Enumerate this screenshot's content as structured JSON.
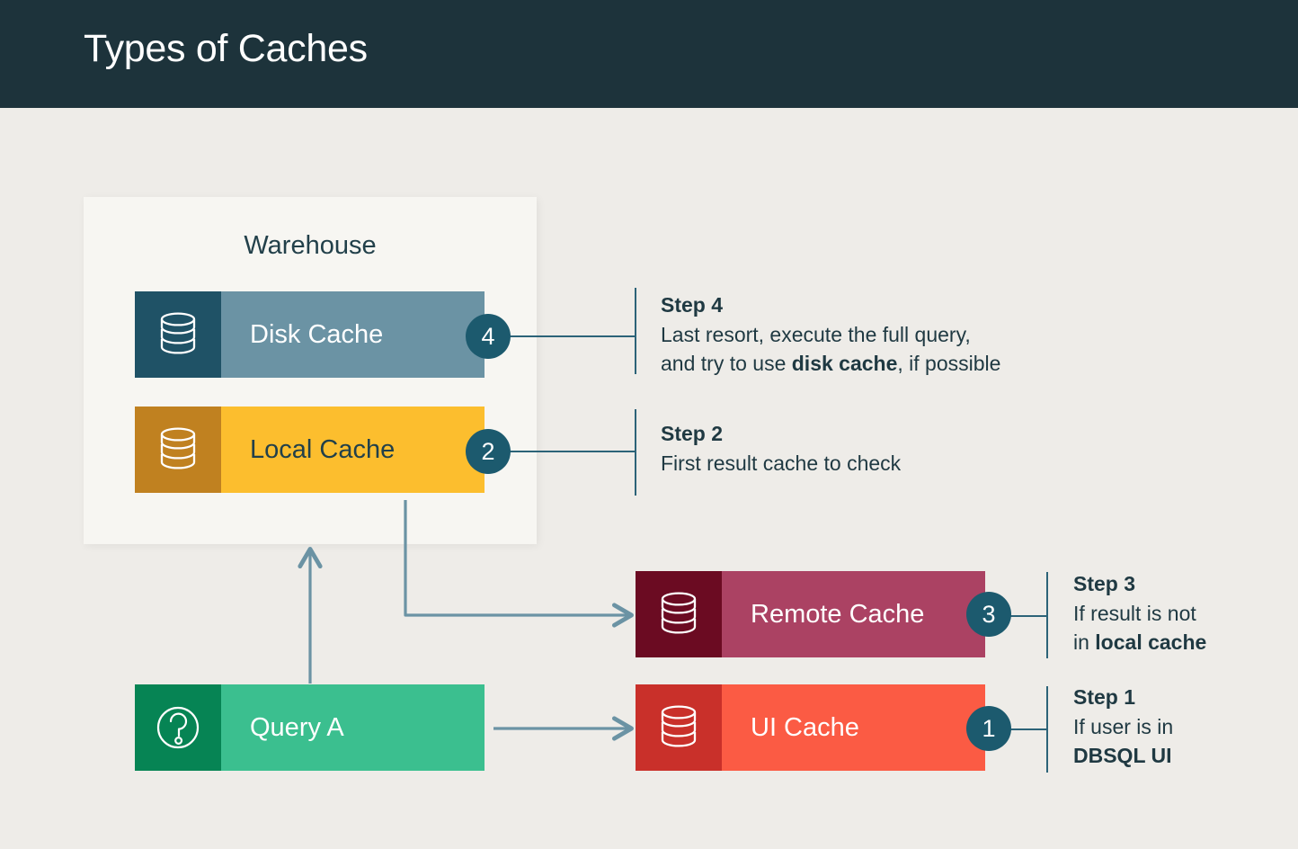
{
  "header": {
    "title": "Types of Caches",
    "bg_color": "#1d333b",
    "text_color": "#ffffff"
  },
  "page": {
    "background_color": "#eeece8",
    "text_color": "#1f3942",
    "accent_color": "#1c5a6e",
    "connector_color": "#6b93a4"
  },
  "warehouse": {
    "label": "Warehouse",
    "panel_color": "#f7f6f2"
  },
  "nodes": {
    "disk_cache": {
      "label": "Disk Cache",
      "icon": "database-icon",
      "badge": "4",
      "icon_bg": "#1f5266",
      "body_bg": "#6b93a4",
      "text_color": "#ffffff"
    },
    "local_cache": {
      "label": "Local Cache",
      "icon": "database-icon",
      "badge": "2",
      "icon_bg": "#c08120",
      "body_bg": "#fcbe2e",
      "text_color": "#22404a"
    },
    "remote_cache": {
      "label": "Remote Cache",
      "icon": "database-icon",
      "badge": "3",
      "icon_bg": "#6b0b22",
      "body_bg": "#ab4263",
      "text_color": "#ffffff"
    },
    "ui_cache": {
      "label": "UI Cache",
      "icon": "database-icon",
      "badge": "1",
      "icon_bg": "#c9302a",
      "body_bg": "#fb5b44",
      "text_color": "#ffffff"
    },
    "query": {
      "label": "Query A",
      "icon": "question-circle-icon",
      "badge": "",
      "icon_bg": "#068454",
      "body_bg": "#3bbf8f",
      "text_color": "#ffffff"
    }
  },
  "steps": [
    {
      "id": "step-1",
      "title": "Step 1",
      "desc_plain": "If user is in DBSQL UI",
      "desc_pre": "If user is in\n",
      "desc_bold": "DBSQL UI",
      "desc_post": "",
      "target": "ui_cache"
    },
    {
      "id": "step-2",
      "title": "Step 2",
      "desc_plain": "First result cache to check",
      "desc_pre": "First result cache to check",
      "desc_bold": "",
      "desc_post": "",
      "target": "local_cache"
    },
    {
      "id": "step-3",
      "title": "Step 3",
      "desc_plain": "If result is not in local cache",
      "desc_pre": "If result is not\nin ",
      "desc_bold": "local cache",
      "desc_post": "",
      "target": "remote_cache"
    },
    {
      "id": "step-4",
      "title": "Step 4",
      "desc_plain": "Last resort, execute the full query, and try to use disk cache, if possible",
      "desc_pre": "Last resort, execute the full query,\nand try to use ",
      "desc_bold": "disk cache",
      "desc_post": ", if possible",
      "target": "disk_cache"
    }
  ],
  "flow": {
    "arrows": [
      {
        "name": "query-to-warehouse",
        "from": "query",
        "to": "warehouse"
      },
      {
        "name": "local-to-remote",
        "from": "local_cache",
        "to": "remote_cache"
      },
      {
        "name": "query-to-ui-cache",
        "from": "query",
        "to": "ui_cache"
      }
    ]
  }
}
